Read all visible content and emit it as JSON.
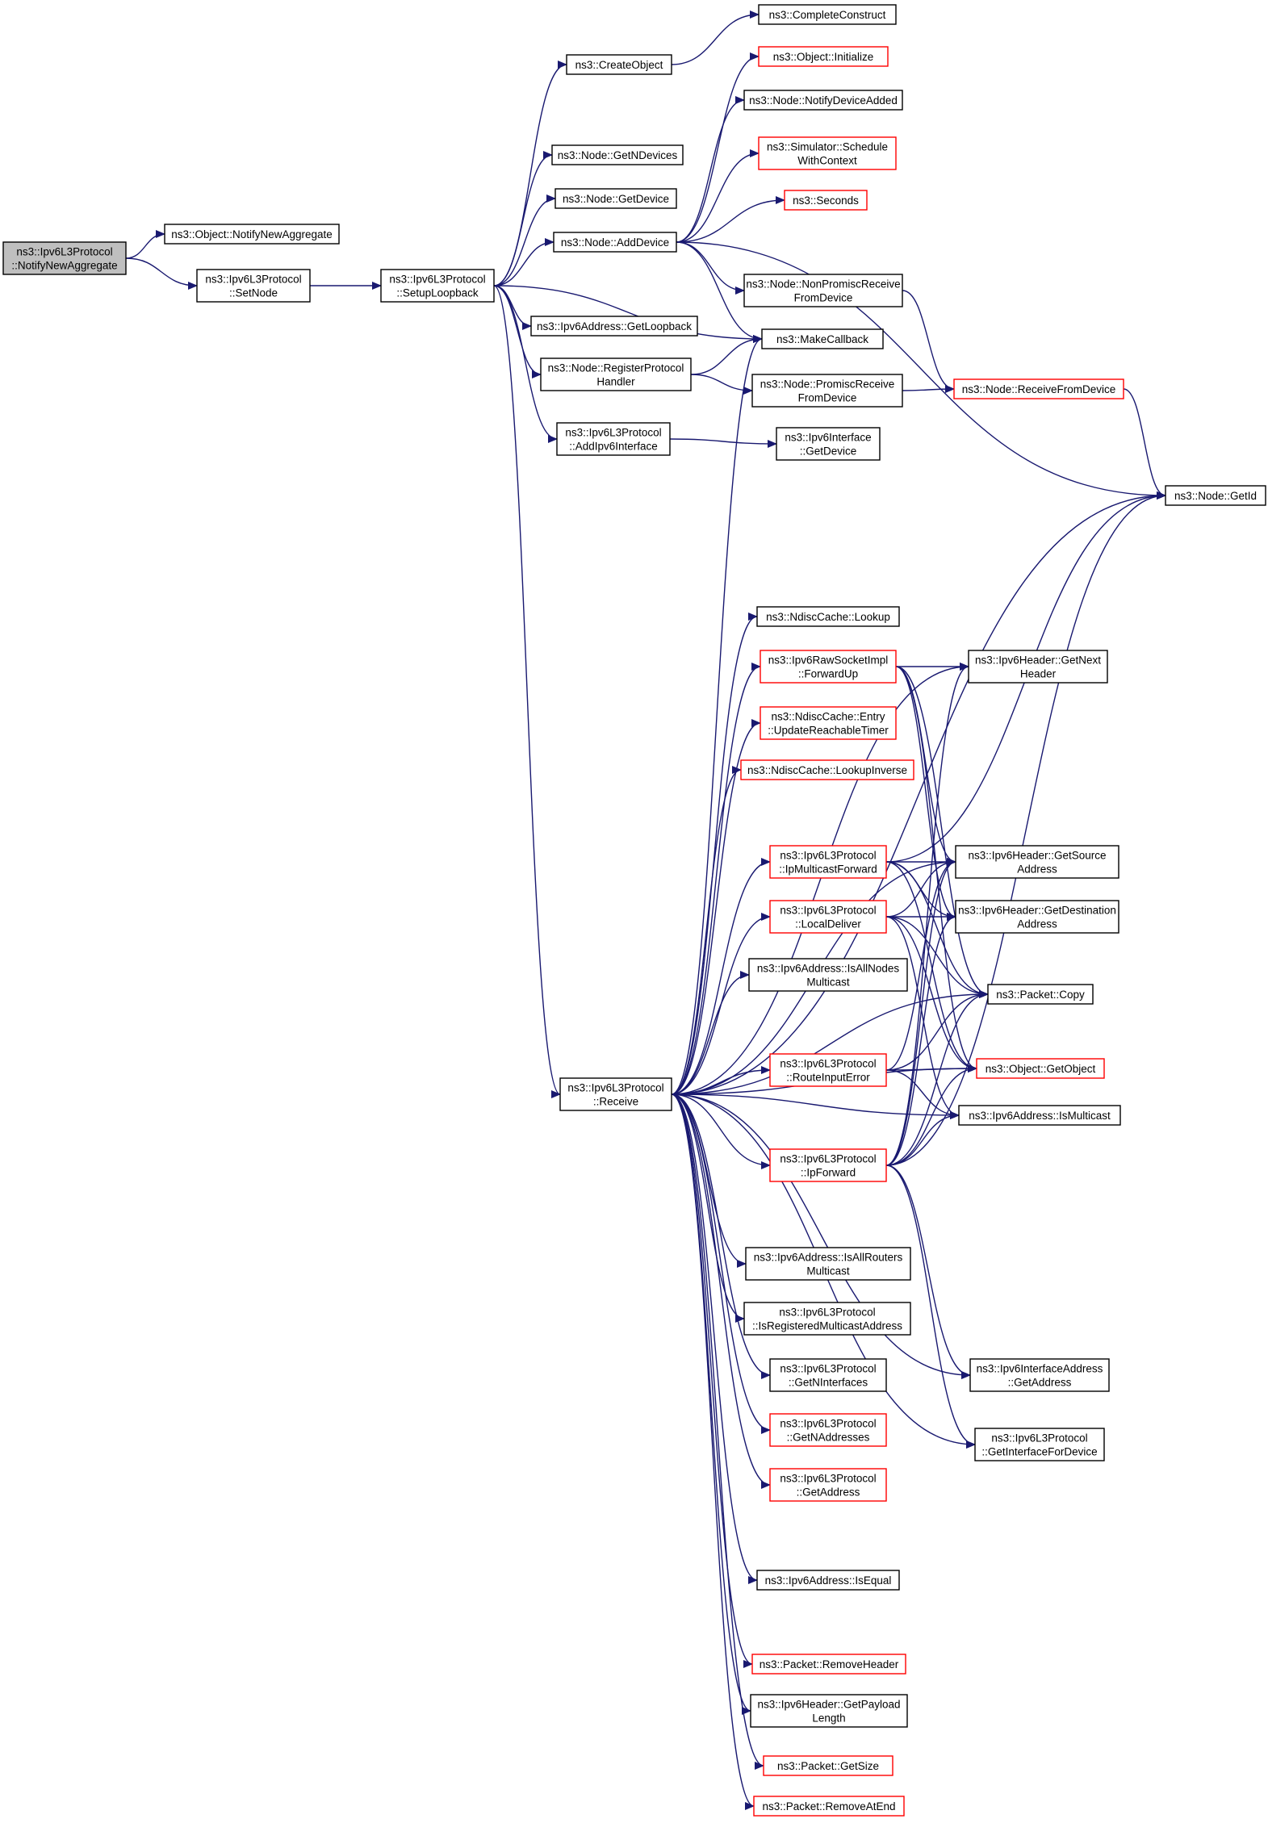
{
  "colors": {
    "edge": "#191970",
    "normal_border": "#000000",
    "truncated_border": "#ff0000",
    "root_fill": "#bfbfbf",
    "node_fill": "#ffffff"
  },
  "nodes": [
    {
      "id": "root",
      "lines": [
        "ns3::Ipv6L3Protocol",
        "::NotifyNewAggregate"
      ],
      "kind": "root"
    },
    {
      "id": "obj_notify",
      "lines": [
        "ns3::Object::NotifyNewAggregate"
      ],
      "kind": "normal"
    },
    {
      "id": "setnode",
      "lines": [
        "ns3::Ipv6L3Protocol",
        "::SetNode"
      ],
      "kind": "normal"
    },
    {
      "id": "setuploop",
      "lines": [
        "ns3::Ipv6L3Protocol",
        "::SetupLoopback"
      ],
      "kind": "normal"
    },
    {
      "id": "createobj",
      "lines": [
        "ns3::CreateObject"
      ],
      "kind": "normal"
    },
    {
      "id": "completeconstruct",
      "lines": [
        "ns3::CompleteConstruct"
      ],
      "kind": "normal"
    },
    {
      "id": "objinit",
      "lines": [
        "ns3::Object::Initialize"
      ],
      "kind": "truncated"
    },
    {
      "id": "notifydevadded",
      "lines": [
        "ns3::Node::NotifyDeviceAdded"
      ],
      "kind": "normal"
    },
    {
      "id": "schedctx",
      "lines": [
        "ns3::Simulator::Schedule",
        "WithContext"
      ],
      "kind": "truncated"
    },
    {
      "id": "seconds",
      "lines": [
        "ns3::Seconds"
      ],
      "kind": "truncated"
    },
    {
      "id": "getndevices",
      "lines": [
        "ns3::Node::GetNDevices"
      ],
      "kind": "normal"
    },
    {
      "id": "getdevice",
      "lines": [
        "ns3::Node::GetDevice"
      ],
      "kind": "normal"
    },
    {
      "id": "adddevice",
      "lines": [
        "ns3::Node::AddDevice"
      ],
      "kind": "normal"
    },
    {
      "id": "nonpromisc",
      "lines": [
        "ns3::Node::NonPromiscReceive",
        "FromDevice"
      ],
      "kind": "normal"
    },
    {
      "id": "makecallback",
      "lines": [
        "ns3::MakeCallback"
      ],
      "kind": "normal"
    },
    {
      "id": "getloopback",
      "lines": [
        "ns3::Ipv6Address::GetLoopback"
      ],
      "kind": "normal"
    },
    {
      "id": "regproto",
      "lines": [
        "ns3::Node::RegisterProtocol",
        "Handler"
      ],
      "kind": "normal"
    },
    {
      "id": "promisc",
      "lines": [
        "ns3::Node::PromiscReceive",
        "FromDevice"
      ],
      "kind": "normal"
    },
    {
      "id": "recvfromdev",
      "lines": [
        "ns3::Node::ReceiveFromDevice"
      ],
      "kind": "truncated"
    },
    {
      "id": "addif",
      "lines": [
        "ns3::Ipv6L3Protocol",
        "::AddIpv6Interface"
      ],
      "kind": "normal"
    },
    {
      "id": "ifgetdev",
      "lines": [
        "ns3::Ipv6Interface",
        "::GetDevice"
      ],
      "kind": "normal"
    },
    {
      "id": "nodegetid",
      "lines": [
        "ns3::Node::GetId"
      ],
      "kind": "normal"
    },
    {
      "id": "ndisclookup",
      "lines": [
        "ns3::NdiscCache::Lookup"
      ],
      "kind": "normal"
    },
    {
      "id": "rawfwd",
      "lines": [
        "ns3::Ipv6RawSocketImpl",
        "::ForwardUp"
      ],
      "kind": "truncated"
    },
    {
      "id": "nextheader",
      "lines": [
        "ns3::Ipv6Header::GetNext",
        "Header"
      ],
      "kind": "normal"
    },
    {
      "id": "ndiscentry",
      "lines": [
        "ns3::NdiscCache::Entry",
        "::UpdateReachableTimer"
      ],
      "kind": "truncated"
    },
    {
      "id": "ndiscinv",
      "lines": [
        "ns3::NdiscCache::LookupInverse"
      ],
      "kind": "truncated"
    },
    {
      "id": "ipmcast",
      "lines": [
        "ns3::Ipv6L3Protocol",
        "::IpMulticastForward"
      ],
      "kind": "truncated"
    },
    {
      "id": "srcaddr",
      "lines": [
        "ns3::Ipv6Header::GetSource",
        "Address"
      ],
      "kind": "normal"
    },
    {
      "id": "localdeliver",
      "lines": [
        "ns3::Ipv6L3Protocol",
        "::LocalDeliver"
      ],
      "kind": "truncated"
    },
    {
      "id": "dstaddr",
      "lines": [
        "ns3::Ipv6Header::GetDestination",
        "Address"
      ],
      "kind": "normal"
    },
    {
      "id": "isallnodes",
      "lines": [
        "ns3::Ipv6Address::IsAllNodes",
        "Multicast"
      ],
      "kind": "normal"
    },
    {
      "id": "pktcopy",
      "lines": [
        "ns3::Packet::Copy"
      ],
      "kind": "normal"
    },
    {
      "id": "receive",
      "lines": [
        "ns3::Ipv6L3Protocol",
        "::Receive"
      ],
      "kind": "normal"
    },
    {
      "id": "routeerr",
      "lines": [
        "ns3::Ipv6L3Protocol",
        "::RouteInputError"
      ],
      "kind": "truncated"
    },
    {
      "id": "getobject",
      "lines": [
        "ns3::Object::GetObject"
      ],
      "kind": "truncated"
    },
    {
      "id": "ismulticast",
      "lines": [
        "ns3::Ipv6Address::IsMulticast"
      ],
      "kind": "normal"
    },
    {
      "id": "ipforward",
      "lines": [
        "ns3::Ipv6L3Protocol",
        "::IpForward"
      ],
      "kind": "truncated"
    },
    {
      "id": "isallrouters",
      "lines": [
        "ns3::Ipv6Address::IsAllRouters",
        "Multicast"
      ],
      "kind": "normal"
    },
    {
      "id": "isregmcast",
      "lines": [
        "ns3::Ipv6L3Protocol",
        "::IsRegisteredMulticastAddress"
      ],
      "kind": "normal"
    },
    {
      "id": "getnif",
      "lines": [
        "ns3::Ipv6L3Protocol",
        "::GetNInterfaces"
      ],
      "kind": "normal"
    },
    {
      "id": "ifaddrget",
      "lines": [
        "ns3::Ipv6InterfaceAddress",
        "::GetAddress"
      ],
      "kind": "normal"
    },
    {
      "id": "getnaddr",
      "lines": [
        "ns3::Ipv6L3Protocol",
        "::GetNAddresses"
      ],
      "kind": "truncated"
    },
    {
      "id": "getiffordev",
      "lines": [
        "ns3::Ipv6L3Protocol",
        "::GetInterfaceForDevice"
      ],
      "kind": "normal"
    },
    {
      "id": "getaddress",
      "lines": [
        "ns3::Ipv6L3Protocol",
        "::GetAddress"
      ],
      "kind": "truncated"
    },
    {
      "id": "isequal",
      "lines": [
        "ns3::Ipv6Address::IsEqual"
      ],
      "kind": "normal"
    },
    {
      "id": "removeheader",
      "lines": [
        "ns3::Packet::RemoveHeader"
      ],
      "kind": "truncated"
    },
    {
      "id": "payloadlen",
      "lines": [
        "ns3::Ipv6Header::GetPayload",
        "Length"
      ],
      "kind": "normal"
    },
    {
      "id": "getsize",
      "lines": [
        "ns3::Packet::GetSize"
      ],
      "kind": "truncated"
    },
    {
      "id": "removeatend",
      "lines": [
        "ns3::Packet::RemoveAtEnd"
      ],
      "kind": "truncated"
    }
  ],
  "edges": [
    [
      "root",
      "obj_notify"
    ],
    [
      "root",
      "setnode"
    ],
    [
      "setnode",
      "setuploop"
    ],
    [
      "setuploop",
      "createobj"
    ],
    [
      "createobj",
      "completeconstruct"
    ],
    [
      "setuploop",
      "getndevices"
    ],
    [
      "setuploop",
      "getdevice"
    ],
    [
      "setuploop",
      "adddevice"
    ],
    [
      "setuploop",
      "getloopback"
    ],
    [
      "setuploop",
      "regproto"
    ],
    [
      "setuploop",
      "addif"
    ],
    [
      "setuploop",
      "makecallback"
    ],
    [
      "setuploop",
      "receive"
    ],
    [
      "adddevice",
      "objinit"
    ],
    [
      "adddevice",
      "notifydevadded"
    ],
    [
      "adddevice",
      "schedctx"
    ],
    [
      "adddevice",
      "seconds"
    ],
    [
      "adddevice",
      "nonpromisc"
    ],
    [
      "adddevice",
      "makecallback"
    ],
    [
      "adddevice",
      "nodegetid"
    ],
    [
      "nonpromisc",
      "recvfromdev"
    ],
    [
      "regproto",
      "makecallback"
    ],
    [
      "regproto",
      "promisc"
    ],
    [
      "promisc",
      "recvfromdev"
    ],
    [
      "recvfromdev",
      "nodegetid"
    ],
    [
      "addif",
      "ifgetdev"
    ],
    [
      "receive",
      "nodegetid"
    ],
    [
      "receive",
      "nextheader"
    ],
    [
      "receive",
      "srcaddr"
    ],
    [
      "receive",
      "ndisclookup"
    ],
    [
      "receive",
      "rawfwd"
    ],
    [
      "receive",
      "ndiscentry"
    ],
    [
      "receive",
      "ndiscinv"
    ],
    [
      "receive",
      "ipmcast"
    ],
    [
      "receive",
      "localdeliver"
    ],
    [
      "receive",
      "isallnodes"
    ],
    [
      "receive",
      "pktcopy"
    ],
    [
      "receive",
      "routeerr"
    ],
    [
      "receive",
      "getobject"
    ],
    [
      "receive",
      "ipforward"
    ],
    [
      "receive",
      "ismulticast"
    ],
    [
      "receive",
      "isallrouters"
    ],
    [
      "receive",
      "isregmcast"
    ],
    [
      "receive",
      "getnif"
    ],
    [
      "receive",
      "getnaddr"
    ],
    [
      "receive",
      "getaddress"
    ],
    [
      "receive",
      "ifaddrget"
    ],
    [
      "receive",
      "isequal"
    ],
    [
      "receive",
      "getiffordev"
    ],
    [
      "receive",
      "removeheader"
    ],
    [
      "receive",
      "payloadlen"
    ],
    [
      "receive",
      "getsize"
    ],
    [
      "receive",
      "removeatend"
    ],
    [
      "receive",
      "makecallback"
    ],
    [
      "rawfwd",
      "nextheader"
    ],
    [
      "rawfwd",
      "srcaddr"
    ],
    [
      "rawfwd",
      "dstaddr"
    ],
    [
      "rawfwd",
      "pktcopy"
    ],
    [
      "rawfwd",
      "getobject"
    ],
    [
      "ipmcast",
      "nodegetid"
    ],
    [
      "ipmcast",
      "srcaddr"
    ],
    [
      "ipmcast",
      "dstaddr"
    ],
    [
      "ipmcast",
      "pktcopy"
    ],
    [
      "ipmcast",
      "getobject"
    ],
    [
      "localdeliver",
      "srcaddr"
    ],
    [
      "localdeliver",
      "dstaddr"
    ],
    [
      "localdeliver",
      "pktcopy"
    ],
    [
      "localdeliver",
      "getobject"
    ],
    [
      "localdeliver",
      "ismulticast"
    ],
    [
      "routeerr",
      "srcaddr"
    ],
    [
      "routeerr",
      "pktcopy"
    ],
    [
      "routeerr",
      "getobject"
    ],
    [
      "routeerr",
      "ismulticast"
    ],
    [
      "ipforward",
      "nextheader"
    ],
    [
      "ipforward",
      "srcaddr"
    ],
    [
      "ipforward",
      "dstaddr"
    ],
    [
      "ipforward",
      "pktcopy"
    ],
    [
      "ipforward",
      "getobject"
    ],
    [
      "ipforward",
      "ismulticast"
    ],
    [
      "ipforward",
      "nodegetid"
    ],
    [
      "ipforward",
      "ifaddrget"
    ],
    [
      "ipforward",
      "getiffordev"
    ]
  ]
}
